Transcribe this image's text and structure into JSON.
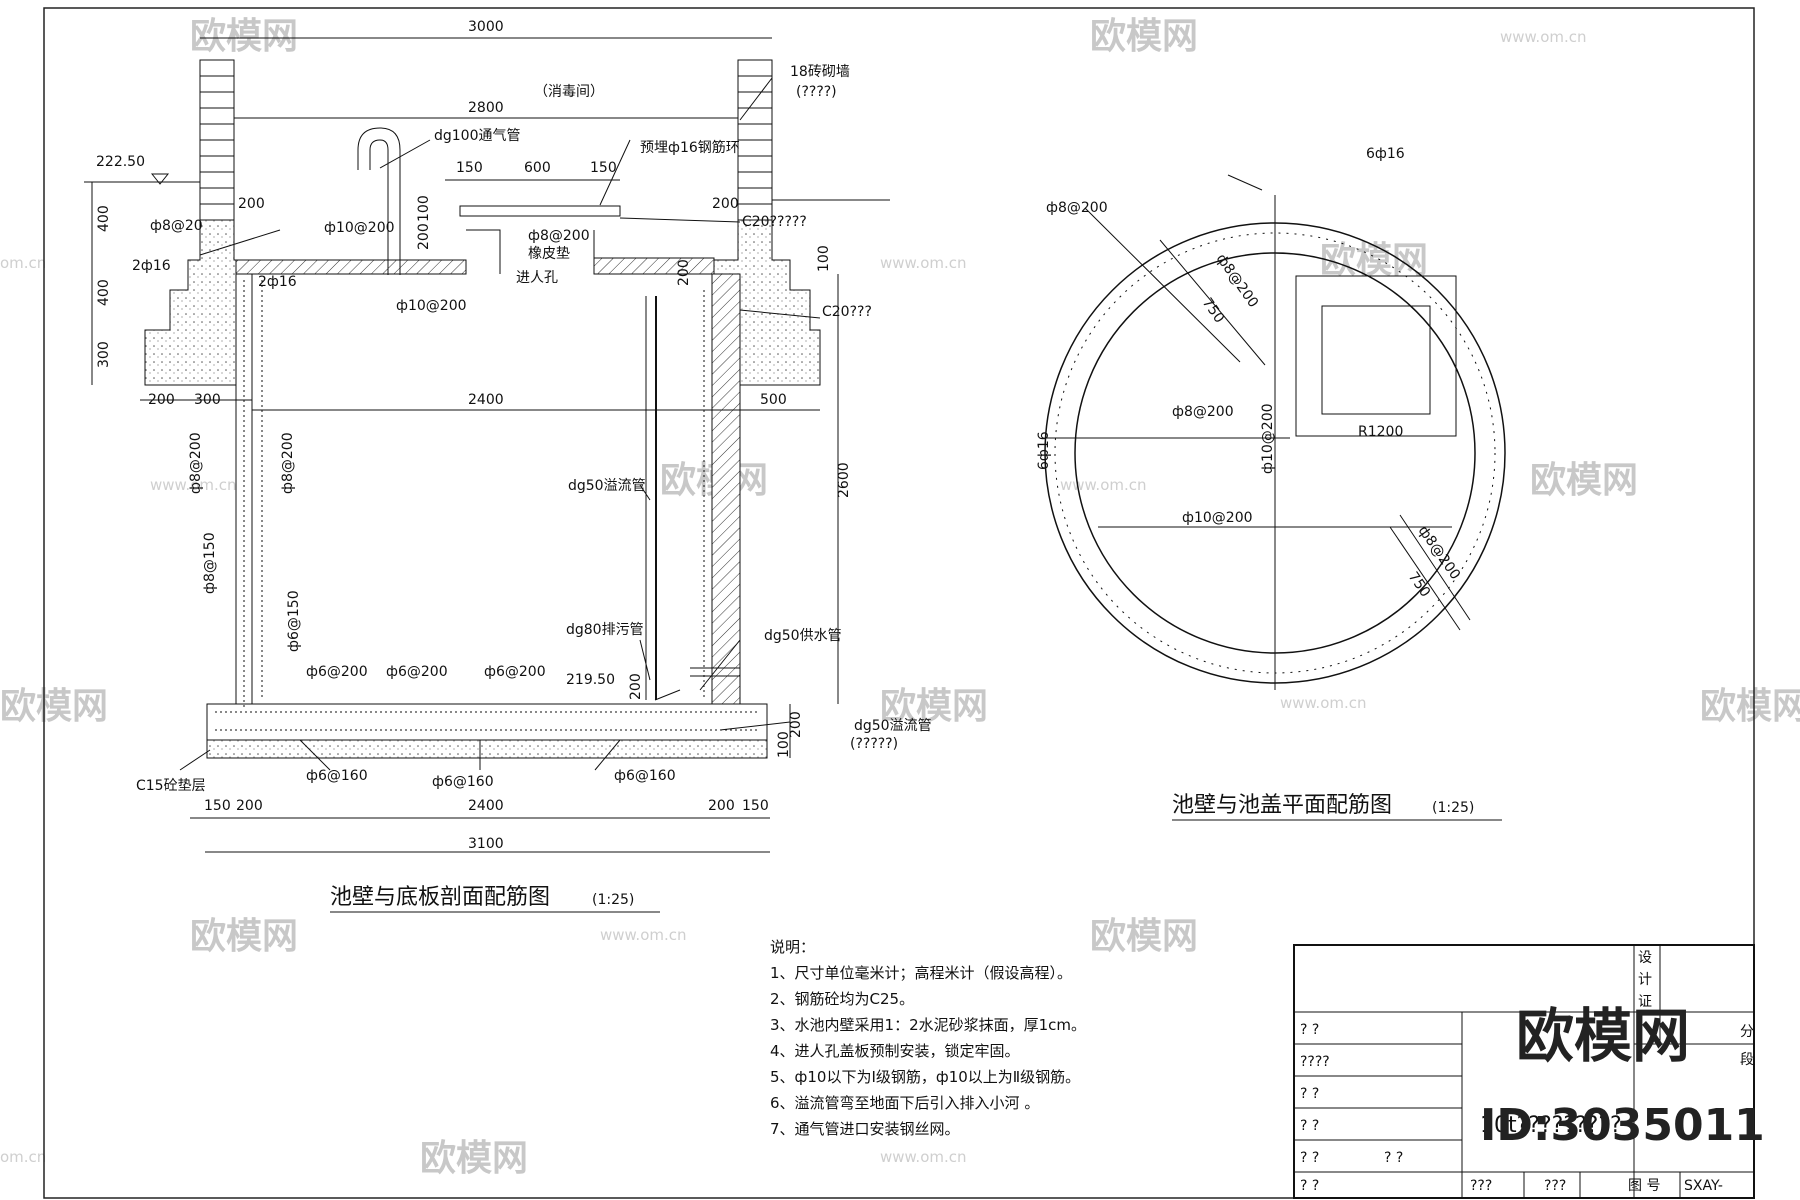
{
  "section": {
    "room": "（消毒间）",
    "dims": {
      "top3000": "3000",
      "w2800": "2800",
      "w2400": "2400",
      "w500": "500",
      "h2600": "2600",
      "d150a": "150",
      "d600": "600",
      "d150b": "150",
      "d200a": "200",
      "d200b": "200",
      "d200c": "200",
      "d300a": "300",
      "h400a": "400",
      "h400b": "400",
      "h300": "300",
      "h100a": "100",
      "h100b": "100",
      "h200a": "200",
      "h200b": "200",
      "h200c": "200",
      "h200d": "200",
      "h100c": "100",
      "b150a": "150",
      "b200a": "200",
      "b2400": "2400",
      "b200b": "200",
      "b150b": "150",
      "b3100": "3100"
    },
    "labels": {
      "brick": "18砖砌墙",
      "brickNote": "(????)",
      "elev": "222.50",
      "vent": "dg100通气管",
      "embed": "预埋ф16钢筋环",
      "c20a": "C20?????",
      "c20b": "C20???",
      "r1": "ф8@20",
      "r2": "2ф16",
      "r3": "ф10@200",
      "r4": "2ф16",
      "r5": "ф10@200",
      "r6": "ф8@200",
      "gasket": "橡皮垫",
      "manhole": "进人孔",
      "v1": "ф8@200",
      "v2": "ф8@200",
      "v3": "ф8@150",
      "v4": "ф6@150",
      "overflow": "dg50溢流管",
      "drain": "dg80排污管",
      "supply": "dg50供水管",
      "b1": "ф6@200",
      "b2": "ф6@200",
      "b3": "ф6@200",
      "elevB": "219.50",
      "overflow2": "dg50溢流管",
      "overflow2Note": "(?????)",
      "c15": "C15砼垫层",
      "bb1": "ф6@160",
      "bb2": "ф6@160",
      "bb3": "ф6@160"
    },
    "title": "池壁与底板剖面配筋图",
    "scale": "(1:25)"
  },
  "plan": {
    "labels": {
      "r6": "6ф16",
      "p1": "ф8@200",
      "p2": "ф8@200",
      "d750a": "750",
      "p3": "ф8@200",
      "p4": "6ф16",
      "p5": "ф10@200",
      "radius": "R1200",
      "p6": "ф10@200",
      "p7": "ф8@200",
      "d750b": "750"
    },
    "title": "池壁与池盖平面配筋图",
    "scale": "(1:25)"
  },
  "notes": {
    "heading": "说明：",
    "items": [
      "1、尺寸单位毫米计；高程米计（假设高程）。",
      "2、钢筋砼均为C25。",
      "3、水池内壁采用1：2水泥砂浆抹面，厚1cm。",
      "4、进人孔盖板预制安装，锁定牢固。",
      "5、ф10以下为Ⅰ级钢筋，ф10以上为Ⅱ级钢筋。",
      "6、溢流管弯至地面下后引入排入小河 。",
      "7、通气管进口安装钢丝网。"
    ]
  },
  "titleblock": {
    "cert": [
      "设",
      "计",
      "证"
    ],
    "seg": [
      "分",
      "段"
    ],
    "rows": [
      "?  ?",
      "????",
      "?  ?",
      "?  ?",
      "?  ?",
      "?  ?"
    ],
    "row5extra": "? ?",
    "project": "10t?????????",
    "b1": "???",
    "b2": "???",
    "drawingNoLabel": "图 号",
    "drawingNo": "SXAY-"
  },
  "watermark": {
    "brand": "欧模网",
    "url": "www.om.cn",
    "url2": "om.cn",
    "id": "ID:3035011"
  }
}
